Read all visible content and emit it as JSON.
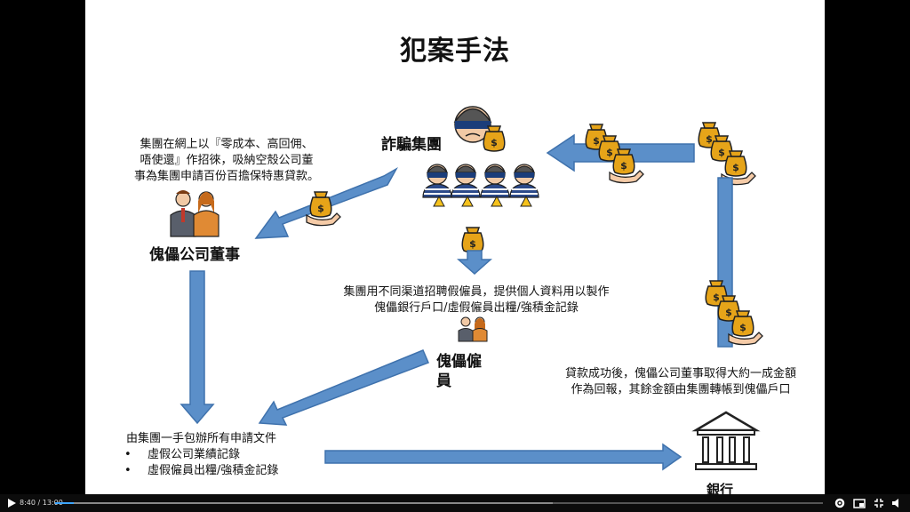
{
  "slide": {
    "title": "犯案手法",
    "gang_label": "詐騙集團",
    "director_text": [
      "集團在網上以『零成本、高回佣、",
      "唔使還』作招徠，吸納空殼公司董",
      "事為集團申請百份百擔保特惠貸款。"
    ],
    "director_label": "傀儡公司董事",
    "employee_text": [
      "集團用不同渠道招聘假僱員，提供個人資料用以製作",
      "傀儡銀行戶口/虛假僱員出糧/強積金記錄"
    ],
    "employee_label": [
      "傀儡僱",
      "員"
    ],
    "docs_heading": "由集團一手包辦所有申請文件",
    "docs_items": [
      "虛假公司業績記錄",
      "虛假僱員出糧/強積金記錄"
    ],
    "repay_text": [
      "貸款成功後，傀儡公司董事取得大約一成金額",
      "作為回報，其餘金額由集團轉帳到傀儡戶口"
    ],
    "bank_label": "銀行"
  },
  "player": {
    "time": "8:40 / 13:00",
    "progress_fraction": 0.024,
    "play_icon": "play-icon",
    "settings_icon": "gear-icon",
    "miniplayer_icon": "miniplayer-icon",
    "exit_fullscreen_icon": "exit-fullscreen-icon",
    "volume_icon": "volume-icon"
  }
}
